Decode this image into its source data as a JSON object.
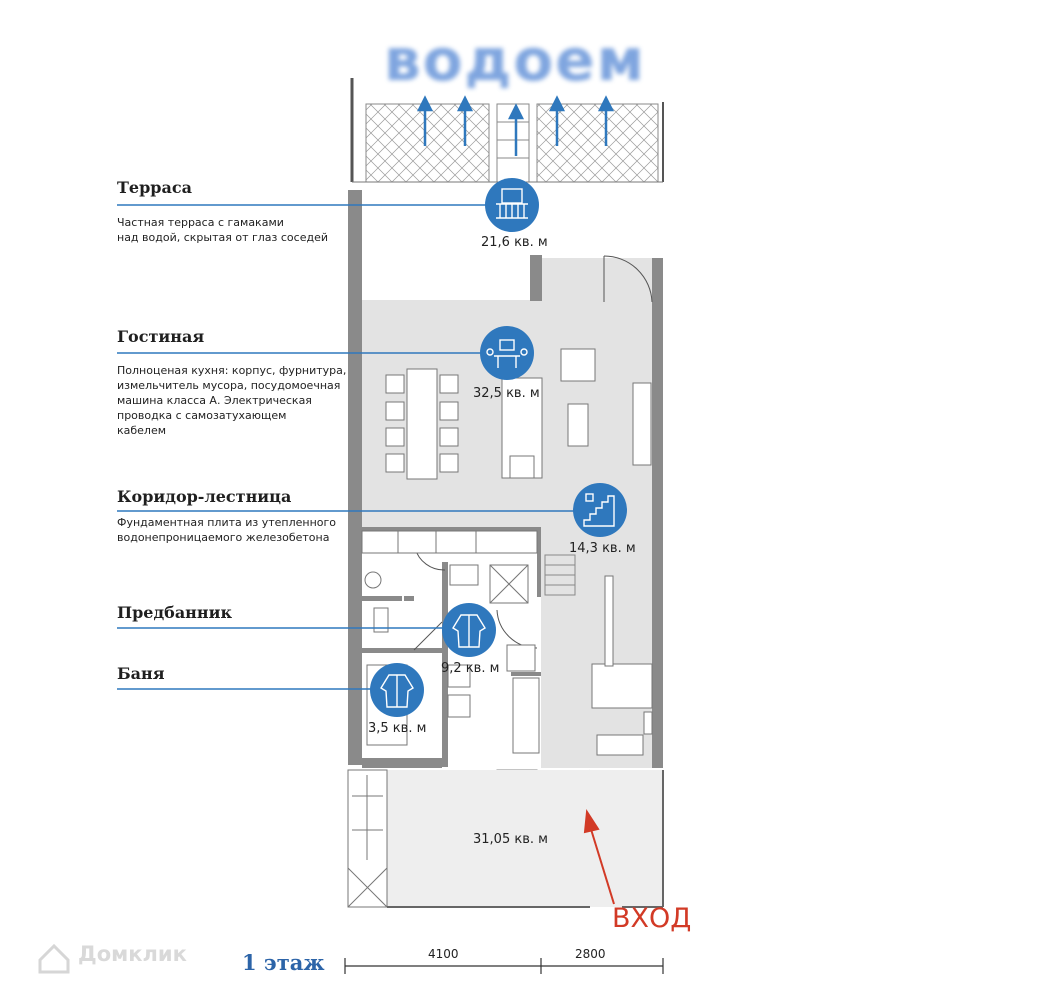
{
  "water_label": "водоем",
  "rooms": [
    {
      "title": "Терраса",
      "description": "Частная терраса с гамаками\nнад водой, скрытая от глаз соседей",
      "area": "21,6 кв. м",
      "icon": "balcony-icon"
    },
    {
      "title": "Гостиная",
      "description": "Полноценая кухня: корпус, фурнитура,\nизмельчитель мусора, посудомоечная\nмашина класса А. Электрическая\nпроводка с самозатухающем\nкабелем",
      "area": "32,5 кв. м",
      "icon": "dining-table-icon"
    },
    {
      "title": "Коридор-лестница",
      "description": "Фундаментная плита из утепленного\nводонепроницаемого железобетона",
      "area": "14,3 кв. м",
      "icon": "stairs-icon"
    },
    {
      "title": "Предбанник",
      "description": "",
      "area": "9,2 кв. м",
      "icon": "bathrobe-icon"
    },
    {
      "title": "Баня",
      "description": "",
      "area": "3,5 кв. м",
      "icon": "bathrobe-icon"
    }
  ],
  "yard_area": "31,05 кв. м",
  "entry_label": "ВХОД",
  "floor_label": "1 этаж",
  "dimensions": [
    "4100",
    "2800"
  ],
  "watermark": "Домклик",
  "colors": {
    "accent": "#2f78bd",
    "wall": "#8a8a8a",
    "floor_fill": "#e3e3e3",
    "entry": "#d23a26"
  }
}
